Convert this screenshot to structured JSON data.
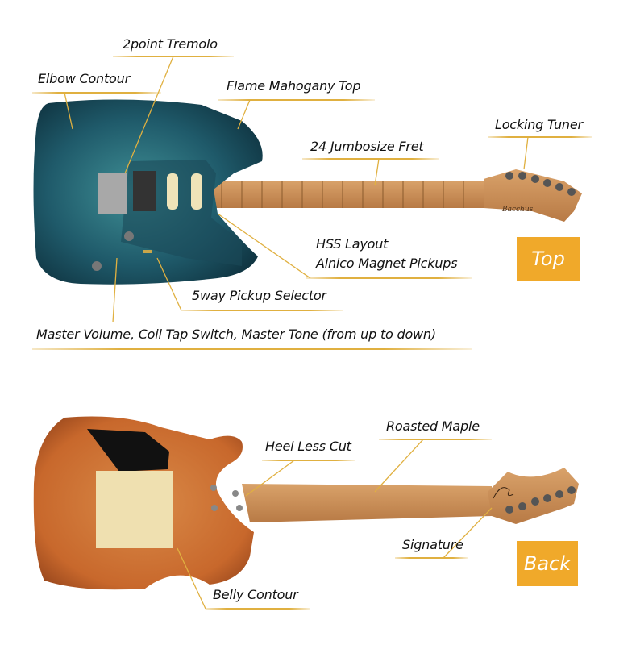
{
  "top_view": {
    "badge": "Top",
    "headstock_logo": "Bacchus",
    "labels": {
      "tremolo": "2point Tremolo",
      "elbow": "Elbow Contour",
      "top": "Flame Mahogany Top",
      "tuner": "Locking Tuner",
      "fret": "24 Jumbosize Fret",
      "layout": "HSS Layout",
      "pickups": "Alnico Magnet Pickups",
      "selector": "5way Pickup Selector",
      "controls": "Master Volume, Coil Tap Switch, Master Tone (from up to down)"
    }
  },
  "back_view": {
    "badge": "Back",
    "labels": {
      "maple": "Roasted Maple",
      "heel": "Heel Less Cut",
      "signature": "Signature",
      "belly": "Belly Contour"
    }
  },
  "colors": {
    "accent": "#f0a92a",
    "leader": "#e0b040",
    "top_finish": "#1f5a6a",
    "back_finish": "#c8682c"
  }
}
